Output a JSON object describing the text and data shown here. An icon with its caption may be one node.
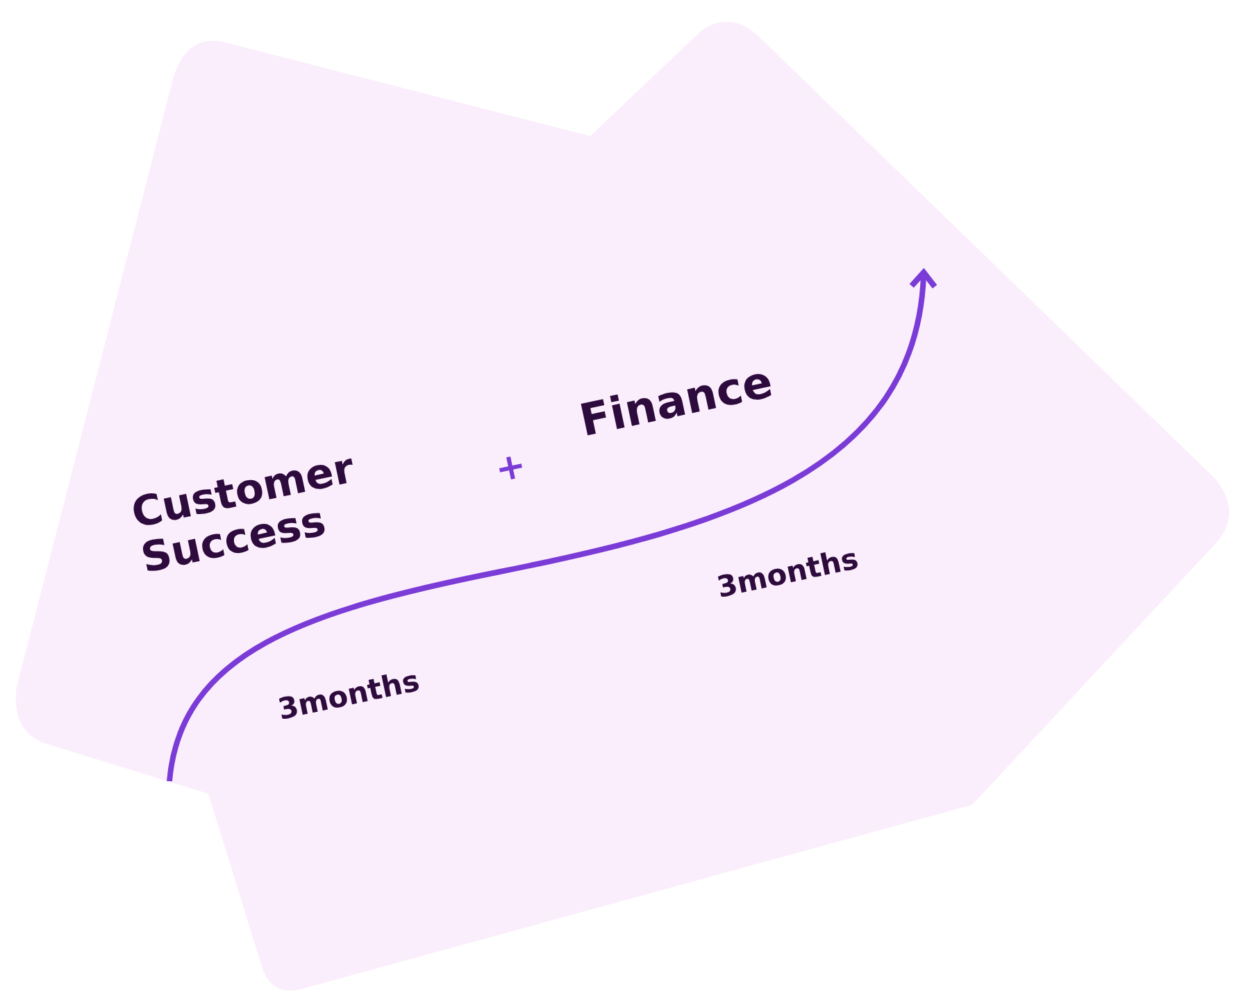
{
  "diagram": {
    "labels": [
      "Customer Success",
      "+",
      "Finance",
      "3months",
      "3months"
    ]
  }
}
